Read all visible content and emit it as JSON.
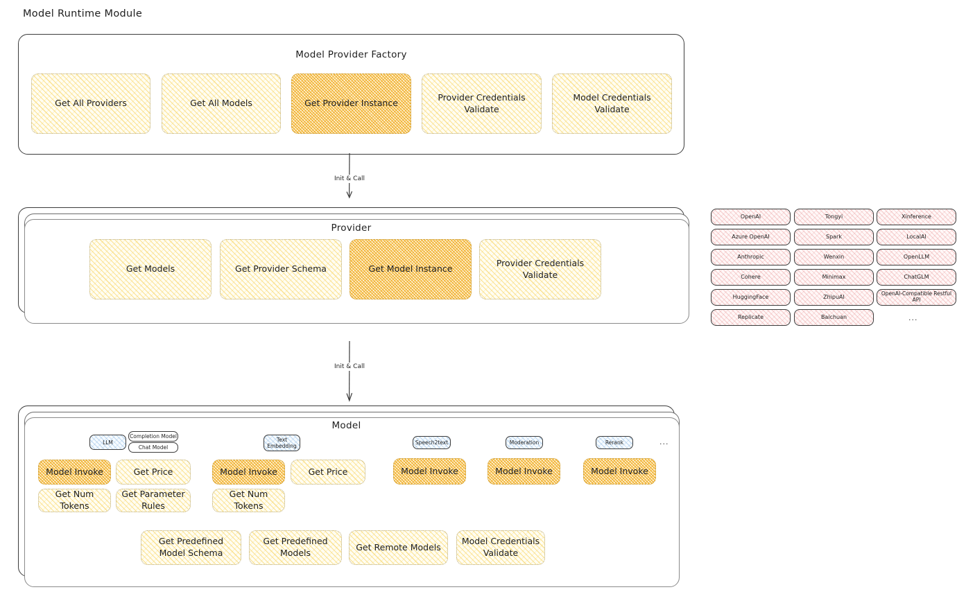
{
  "page": {
    "title": "Model Runtime Module"
  },
  "factory": {
    "title": "Model Provider Factory",
    "nodes": [
      {
        "label": "Get All Providers",
        "highlight": false
      },
      {
        "label": "Get All Models",
        "highlight": false
      },
      {
        "label": "Get Provider Instance",
        "highlight": true
      },
      {
        "label": "Provider Credentials Validate",
        "highlight": false
      },
      {
        "label": "Model Credentials Validate",
        "highlight": false
      }
    ]
  },
  "arrows": [
    {
      "label": "Init & Call"
    },
    {
      "label": "Init & Call"
    }
  ],
  "provider": {
    "title": "Provider",
    "nodes": [
      {
        "label": "Get Models",
        "highlight": false
      },
      {
        "label": "Get Provider Schema",
        "highlight": false
      },
      {
        "label": "Get Model Instance",
        "highlight": true
      },
      {
        "label": "Provider Credentials Validate",
        "highlight": false
      }
    ]
  },
  "provider_list": {
    "columns": [
      [
        "OpenAI",
        "Azure OpenAI",
        "Anthropic",
        "Cohere",
        "HuggingFace",
        "Replicate"
      ],
      [
        "Tongyi",
        "Spark",
        "Wenxin",
        "Minimax",
        "ZhipuAI",
        "Baichuan"
      ],
      [
        "Xinference",
        "LocalAI",
        "OpenLLM",
        "ChatGLM",
        "OpenAI-Compatible Restful API"
      ]
    ],
    "more": "..."
  },
  "model": {
    "title": "Model",
    "more": "...",
    "types": [
      {
        "name": "LLM",
        "subtypes": [
          "Completion Model",
          "Chat Model"
        ],
        "methods": [
          {
            "label": "Model Invoke",
            "highlight": true
          },
          {
            "label": "Get Price",
            "highlight": false
          },
          {
            "label": "Get Num Tokens",
            "highlight": false
          },
          {
            "label": "Get Parameter Rules",
            "highlight": false
          }
        ]
      },
      {
        "name": "Text Embedding",
        "subtypes": [],
        "methods": [
          {
            "label": "Model Invoke",
            "highlight": true
          },
          {
            "label": "Get Price",
            "highlight": false
          },
          {
            "label": "Get Num Tokens",
            "highlight": false
          }
        ]
      },
      {
        "name": "Speech2text",
        "subtypes": [],
        "methods": [
          {
            "label": "Model Invoke",
            "highlight": true
          }
        ]
      },
      {
        "name": "Moderation",
        "subtypes": [],
        "methods": [
          {
            "label": "Model Invoke",
            "highlight": true
          }
        ]
      },
      {
        "name": "Rerank",
        "subtypes": [],
        "methods": [
          {
            "label": "Model Invoke",
            "highlight": true
          }
        ]
      }
    ],
    "common_methods": [
      {
        "label": "Get Predefined Model Schema"
      },
      {
        "label": "Get Predefined Models"
      },
      {
        "label": "Get Remote Models"
      },
      {
        "label": "Model Credentials Validate"
      }
    ]
  },
  "colors": {
    "highlight_fill": "#f0aa1e",
    "light_fill": "#f7cd46",
    "provider_chip": "#e07878",
    "model_badge": "#5a96d2",
    "stroke": "#3b3b3b"
  }
}
